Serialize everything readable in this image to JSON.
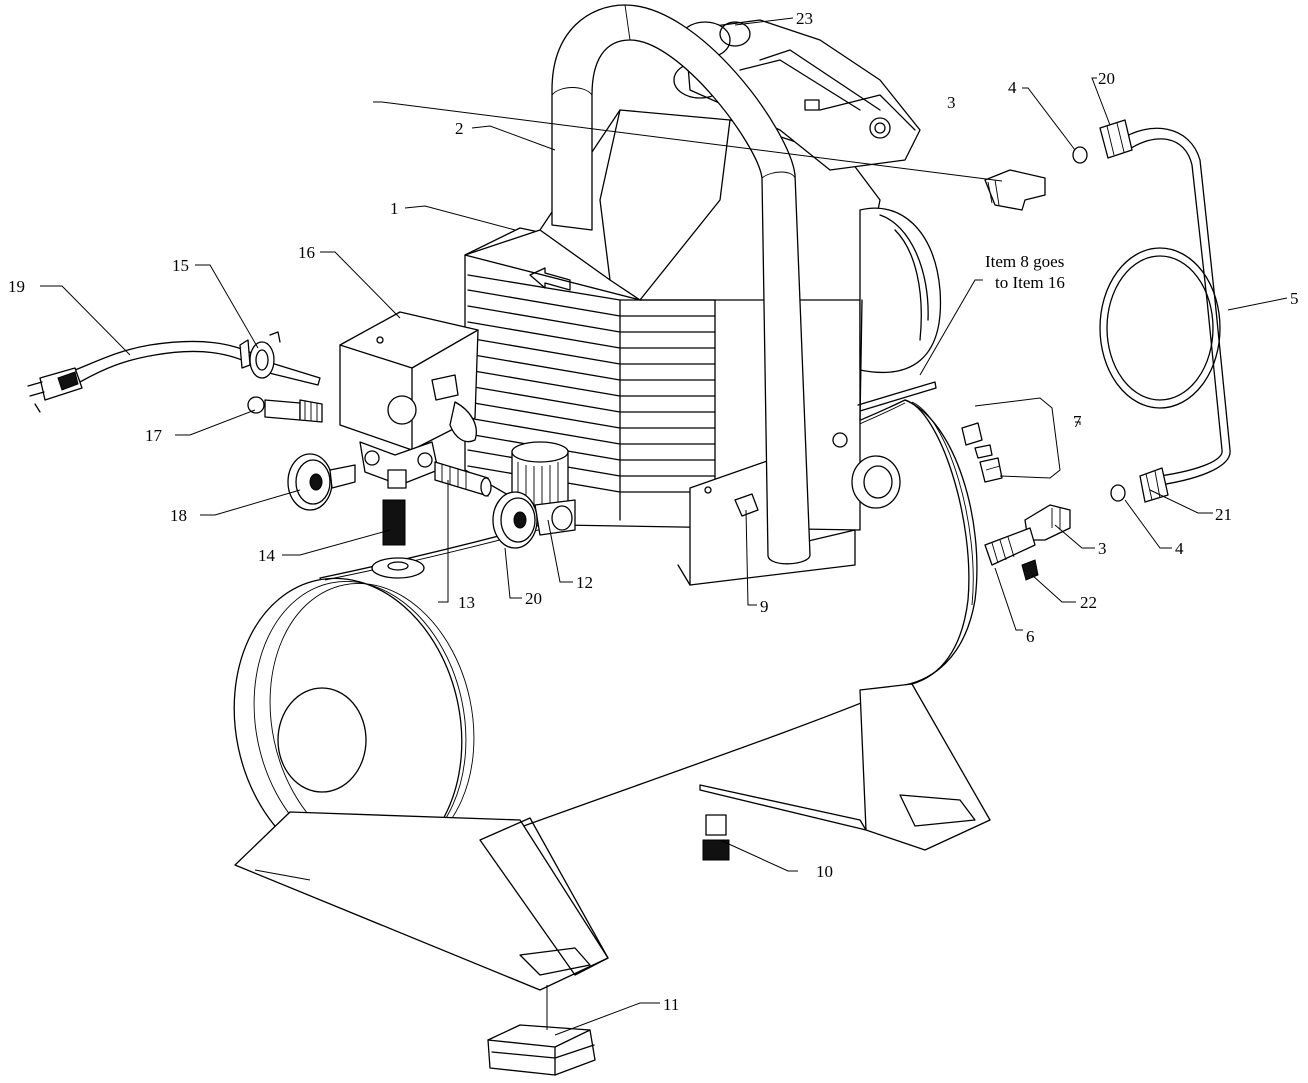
{
  "callouts": [
    {
      "id": "c1",
      "text": "1"
    },
    {
      "id": "c2",
      "text": "2"
    },
    {
      "id": "c3a",
      "text": "3"
    },
    {
      "id": "c3b",
      "text": "3"
    },
    {
      "id": "c4a",
      "text": "4"
    },
    {
      "id": "c4b",
      "text": "4"
    },
    {
      "id": "c5",
      "text": "5"
    },
    {
      "id": "c6",
      "text": "6"
    },
    {
      "id": "c7",
      "text": "7"
    },
    {
      "id": "c9",
      "text": "9"
    },
    {
      "id": "c10",
      "text": "10"
    },
    {
      "id": "c11",
      "text": "11"
    },
    {
      "id": "c12",
      "text": "12"
    },
    {
      "id": "c13",
      "text": "13"
    },
    {
      "id": "c14",
      "text": "14"
    },
    {
      "id": "c15",
      "text": "15"
    },
    {
      "id": "c16",
      "text": "16"
    },
    {
      "id": "c17",
      "text": "17"
    },
    {
      "id": "c18",
      "text": "18"
    },
    {
      "id": "c19",
      "text": "19"
    },
    {
      "id": "c20a",
      "text": "20"
    },
    {
      "id": "c20b",
      "text": "20"
    },
    {
      "id": "c21",
      "text": "21"
    },
    {
      "id": "c22",
      "text": "22"
    },
    {
      "id": "c23",
      "text": "23"
    }
  ],
  "note": {
    "line1": "Item 8 goes",
    "line2": "to Item 16"
  }
}
